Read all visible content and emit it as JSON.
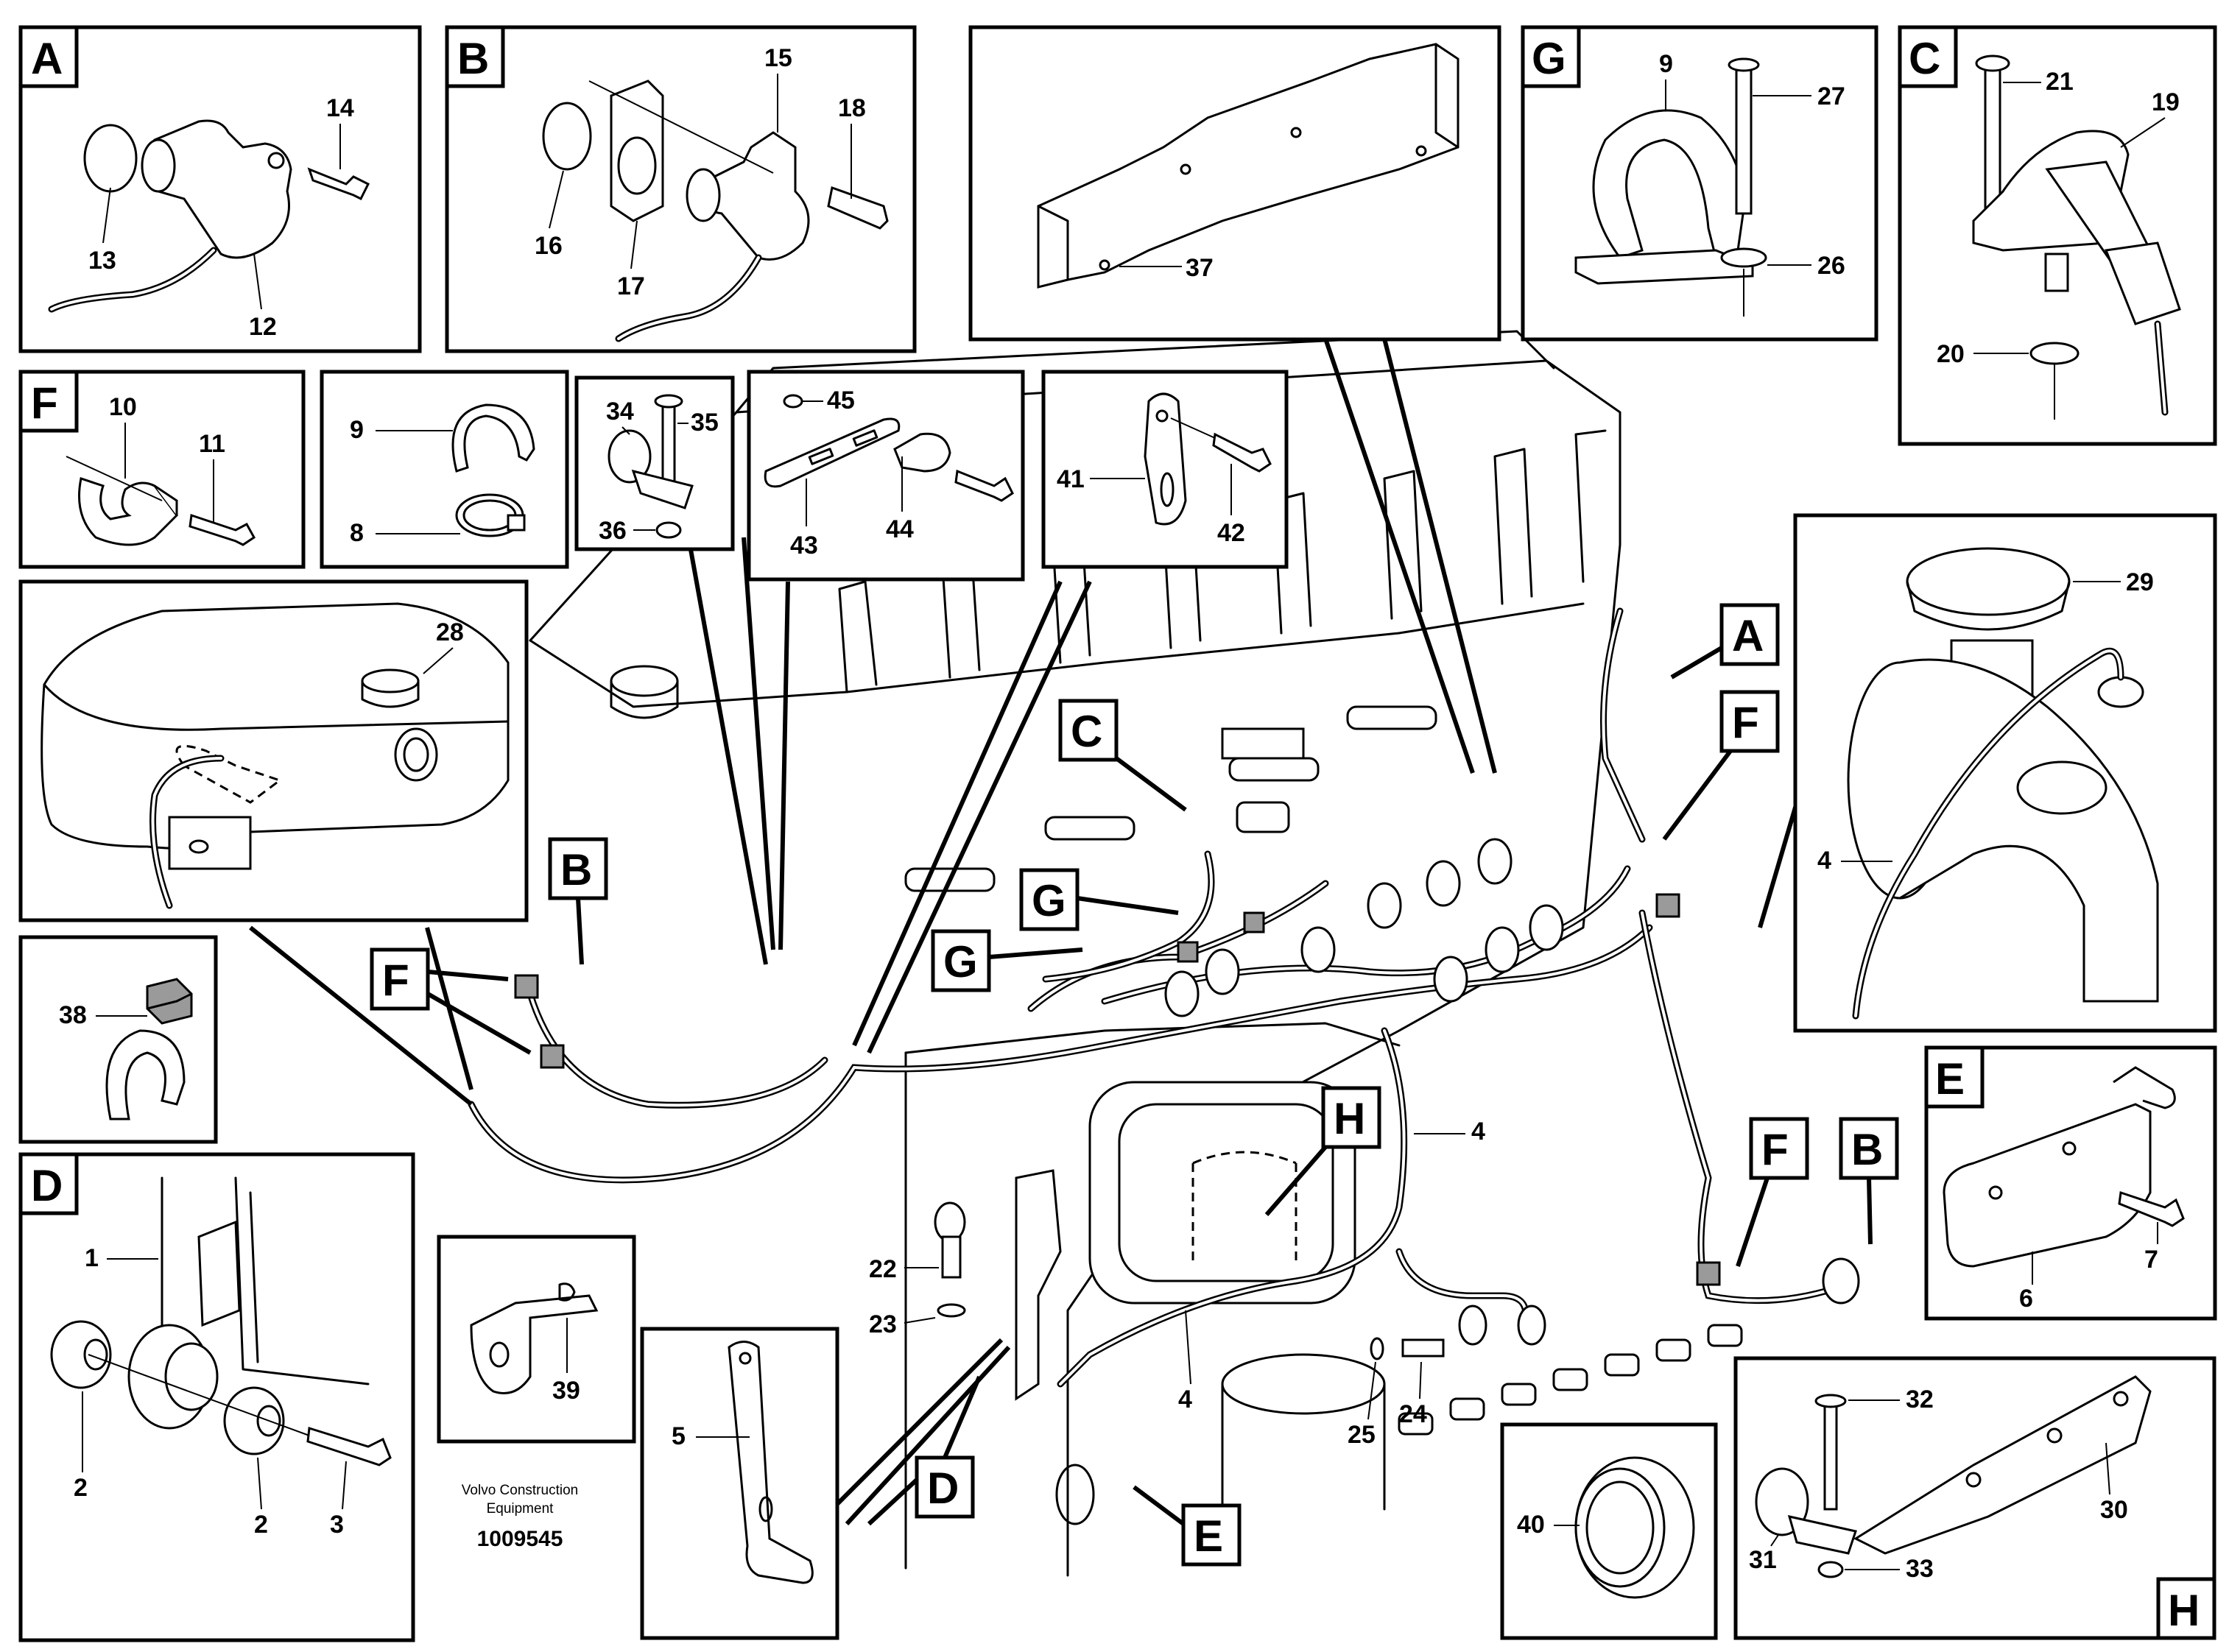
{
  "footer": {
    "company_line1": "Volvo Construction",
    "company_line2": "Equipment",
    "document_number": "1009545"
  },
  "detail_letters": [
    "A",
    "B",
    "C",
    "D",
    "E",
    "F",
    "G",
    "H"
  ],
  "detail_views": {
    "A": {
      "letter": "A",
      "parts": [
        "14",
        "13",
        "12"
      ]
    },
    "B": {
      "letter": "B",
      "parts": [
        "15",
        "18",
        "16",
        "17"
      ]
    },
    "G": {
      "letter": "G",
      "parts": [
        "9",
        "27",
        "26"
      ]
    },
    "C": {
      "letter": "C",
      "parts": [
        "21",
        "19",
        "20"
      ]
    },
    "F": {
      "letter": "F",
      "parts": [
        "10",
        "11"
      ]
    },
    "clamp": {
      "parts": [
        "9",
        "8"
      ]
    },
    "grommet": {
      "parts": [
        "34",
        "35",
        "36"
      ]
    },
    "bracket43": {
      "parts": [
        "45",
        "43",
        "44"
      ]
    },
    "bracket41": {
      "parts": [
        "41",
        "42"
      ]
    },
    "bracket37": {
      "parts": [
        "37"
      ]
    },
    "tank": {
      "parts": [
        "28"
      ]
    },
    "clip38": {
      "parts": [
        "38"
      ]
    },
    "sensor29": {
      "parts": [
        "29",
        "4"
      ]
    },
    "D": {
      "letter": "D",
      "parts": [
        "1",
        "2",
        "2",
        "3"
      ]
    },
    "bracket39": {
      "parts": [
        "39"
      ]
    },
    "bracket5": {
      "parts": [
        "5"
      ]
    },
    "E": {
      "letter": "E",
      "parts": [
        "7",
        "6"
      ]
    },
    "ring40": {
      "parts": [
        "40"
      ]
    },
    "H": {
      "letter": "H",
      "parts": [
        "32",
        "30",
        "31",
        "33"
      ]
    }
  },
  "main_view": {
    "callouts": [
      "A",
      "B",
      "C",
      "D",
      "E",
      "F",
      "F",
      "F",
      "G",
      "G",
      "H",
      "B"
    ],
    "parts": [
      "4",
      "4",
      "22",
      "23",
      "24",
      "25"
    ]
  }
}
